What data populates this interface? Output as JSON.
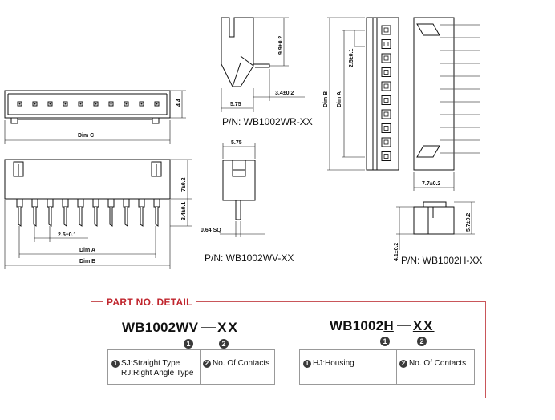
{
  "views": {
    "wr": {
      "dim_height": "9.9±0.2",
      "dim_width": "5.75",
      "dim_offset": "3.4±0.2",
      "part_number": "P/N: WB1002WR-XX"
    },
    "wv": {
      "dim_width": "5.75",
      "dim_pin": "0.64 SQ",
      "part_number": "P/N: WB1002WV-XX"
    },
    "top": {
      "dim_height": "4.4",
      "dim_c": "Dim C"
    },
    "front": {
      "dim_height": "7±0.2",
      "dim_pin_len": "3.4±0.1",
      "dim_pitch": "2.5±0.1",
      "dim_a": "Dim A",
      "dim_b": "Dim B"
    },
    "housing": {
      "dim_b": "Dim B",
      "dim_a": "Dim A",
      "dim_pitch": "2.5±0.1",
      "dim_width": "7.7±0.2"
    },
    "h_small": {
      "dim_height": "5.7±0.2",
      "dim_bottom": "4.1±0.2",
      "part_number": "P/N: WB1002H-XX"
    }
  },
  "part_detail": {
    "title": "PART NO. DETAIL",
    "left": {
      "prefix": "WB1002",
      "suffix": "WV",
      "contacts": "XX",
      "marker1": "1",
      "marker2": "2",
      "type_line1": "SJ:Straight Type",
      "type_line2": "RJ:Right Angle Type",
      "contacts_label": "No. Of Contacts"
    },
    "right": {
      "prefix": "WB1002",
      "suffix": "H",
      "contacts": "XX",
      "marker1": "1",
      "marker2": "2",
      "type_line1": "HJ:Housing",
      "contacts_label": "No. Of Contacts"
    }
  }
}
